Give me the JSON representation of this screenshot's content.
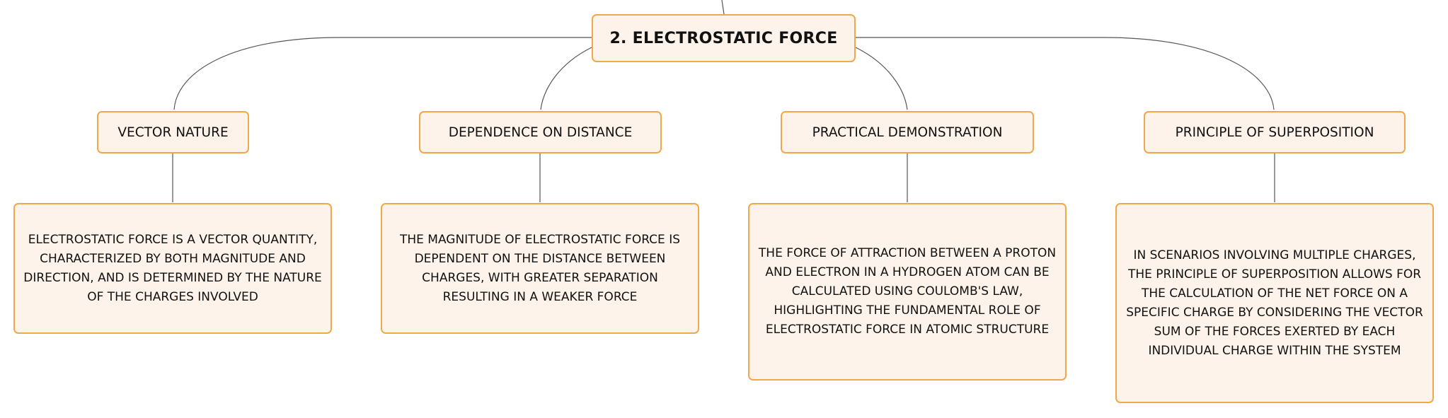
{
  "diagram": {
    "root": {
      "label": "2. ELECTROSTATIC FORCE"
    },
    "branches": [
      {
        "topic": "VECTOR NATURE",
        "detail": "ELECTROSTATIC FORCE IS A VECTOR QUANTITY, CHARACTERIZED BY BOTH MAGNITUDE AND DIRECTION, AND IS DETERMINED BY THE NATURE OF THE CHARGES INVOLVED"
      },
      {
        "topic": "DEPENDENCE ON DISTANCE",
        "detail": "THE MAGNITUDE OF ELECTROSTATIC FORCE IS DEPENDENT ON THE DISTANCE BETWEEN CHARGES, WITH GREATER SEPARATION RESULTING IN A WEAKER FORCE"
      },
      {
        "topic": "PRACTICAL DEMONSTRATION",
        "detail": "THE FORCE OF ATTRACTION BETWEEN A PROTON AND ELECTRON IN A HYDROGEN ATOM CAN BE CALCULATED USING COULOMB'S LAW, HIGHLIGHTING THE FUNDAMENTAL ROLE OF ELECTROSTATIC FORCE IN ATOMIC STRUCTURE"
      },
      {
        "topic": "PRINCIPLE OF SUPERPOSITION",
        "detail": "IN SCENARIOS INVOLVING MULTIPLE CHARGES, THE PRINCIPLE OF SUPERPOSITION ALLOWS FOR THE CALCULATION OF THE NET FORCE ON A SPECIFIC CHARGE BY CONSIDERING THE VECTOR SUM OF THE FORCES EXERTED BY EACH INDIVIDUAL CHARGE WITHIN THE SYSTEM"
      }
    ]
  },
  "colors": {
    "node_fill": "#fdf3ea",
    "node_border": "#f0a94a",
    "connector": "#555555"
  }
}
